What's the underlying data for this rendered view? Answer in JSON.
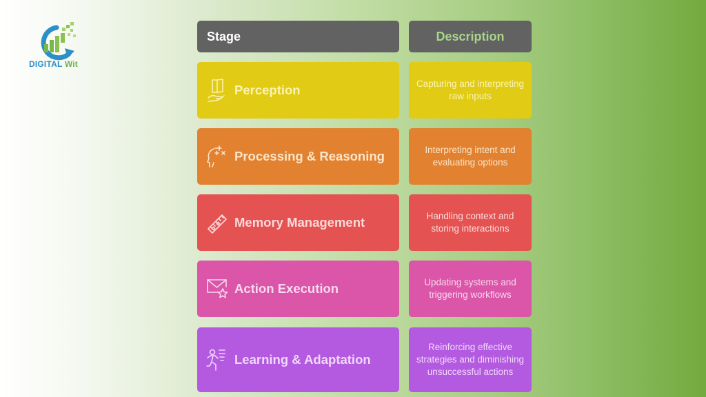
{
  "logo": {
    "brand": "DIGITAL",
    "suffix": "Wit"
  },
  "header": {
    "stage": "Stage",
    "description": "Description"
  },
  "rows": [
    {
      "stage": "Perception",
      "description": "Capturing and interpreting raw inputs",
      "icon": "hand-book-icon",
      "color": "#e1cb14",
      "text_color": "#fbf3b0"
    },
    {
      "stage": "Processing & Reasoning",
      "description": "Interpreting intent and evaluating options",
      "icon": "head-thinking-icon",
      "color": "#e2812f",
      "text_color": "#fbe5c8"
    },
    {
      "stage": "Memory Management",
      "description": "Handling context and storing interactions",
      "icon": "memory-stick-icon",
      "color": "#e45252",
      "text_color": "#fcdada"
    },
    {
      "stage": "Action Execution",
      "description": "Updating systems and triggering workflows",
      "icon": "mail-star-icon",
      "color": "#db55a9",
      "text_color": "#f8d8ee"
    },
    {
      "stage": "Learning & Adaptation",
      "description": "Reinforcing effective strategies and diminishing unsuccessful actions",
      "icon": "runner-list-icon",
      "color": "#b45ae0",
      "text_color": "#f0d8fb"
    }
  ]
}
